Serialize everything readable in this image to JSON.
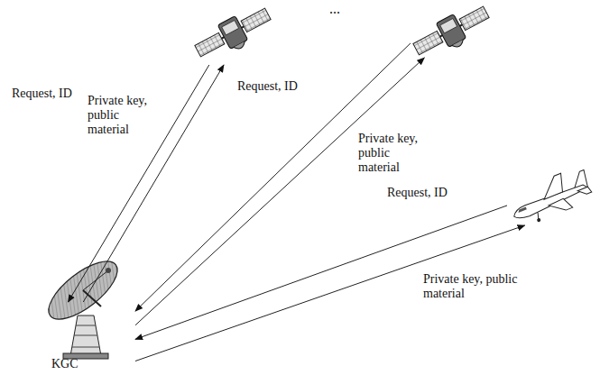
{
  "diagram": {
    "nodes": [
      {
        "text": []
      },
      {
        "text": []
      },
      {
        "text": []
      },
      {
        "text": [
          "KGC"
        ]
      }
    ],
    "edges": [
      {
        "from": 0,
        "to": 3,
        "label": "Request, ID",
        "arrow": "to"
      },
      {
        "from": 3,
        "to": 0,
        "label": "Private key, public material",
        "arrow": "to"
      },
      {
        "from": 1,
        "to": 3,
        "label": "Request, ID",
        "arrow": "to"
      },
      {
        "from": 3,
        "to": 1,
        "label": "Private key, public material",
        "arrow": "to"
      },
      {
        "from": 2,
        "to": 3,
        "label": "Request, ID",
        "arrow": "to"
      },
      {
        "from": 3,
        "to": 2,
        "label": "Private key, public material",
        "arrow": "to"
      }
    ],
    "labels": [
      "..."
    ]
  }
}
